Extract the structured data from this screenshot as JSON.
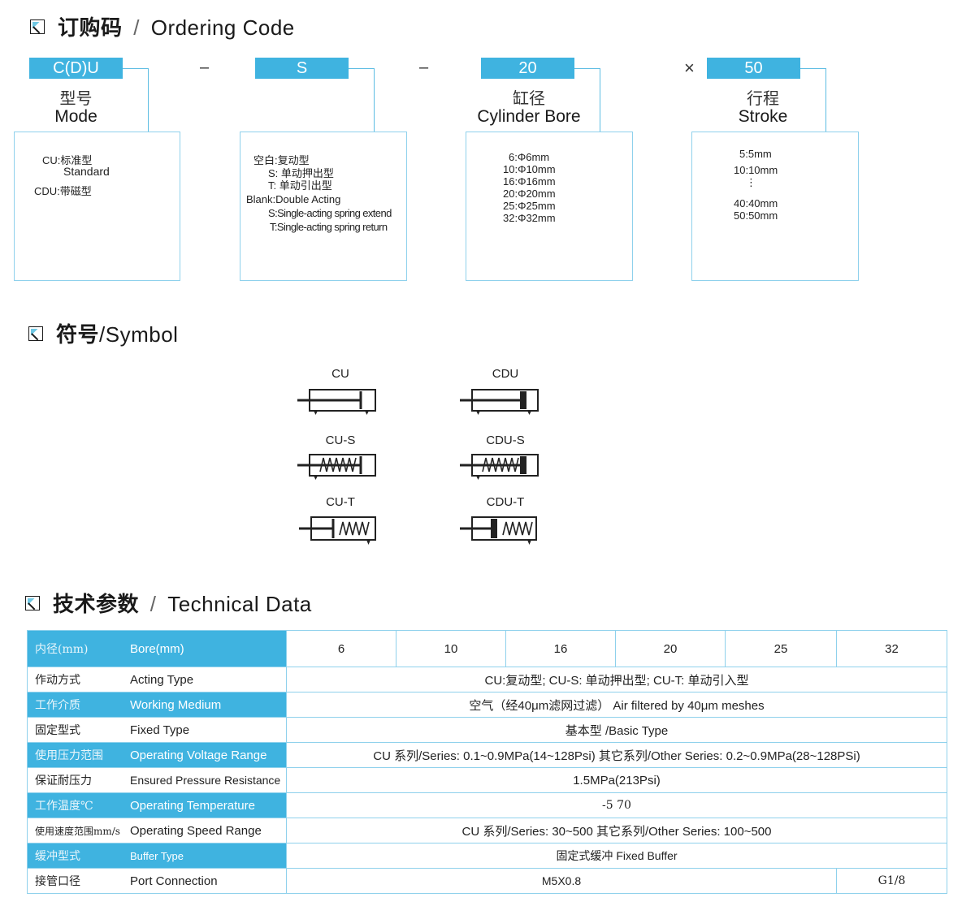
{
  "ordering": {
    "title_cn": "订购码",
    "title_sep": "/",
    "title_en": "Ordering Code",
    "separators": [
      "–",
      "–",
      "×"
    ],
    "fields": [
      {
        "code": "C(D)U",
        "name_cn": "型号",
        "name_en": "Mode",
        "lines": [
          "CU:标准型",
          "Standard",
          "CDU:带磁型"
        ]
      },
      {
        "code": "S",
        "name_cn": "",
        "name_en": "",
        "lines": [
          "空白:复动型",
          "S:  单动押出型",
          "T:  单动引出型",
          "Blank:Double Acting",
          "S:Single-acting spring extend",
          "T:Single-acting spring return"
        ]
      },
      {
        "code": "20",
        "name_cn": "缸径",
        "name_en": "Cylinder Bore",
        "lines": [
          "6:Φ6mm",
          "10:Φ10mm",
          "16:Φ16mm",
          "20:Φ20mm",
          "25:Φ25mm",
          "32:Φ32mm"
        ]
      },
      {
        "code": "50",
        "name_cn": "行程",
        "name_en": "Stroke",
        "lines": [
          "5:5mm",
          "10:10mm",
          "⋮",
          "40:40mm",
          "50:50mm"
        ]
      }
    ]
  },
  "symbol": {
    "title_cn": "符号",
    "title_en": "/Symbol",
    "labels": [
      "CU",
      "CDU",
      "CU-S",
      "CDU-S",
      "CU-T",
      "CDU-T"
    ]
  },
  "technical": {
    "title_cn": "技术参数",
    "title_sep": "/",
    "title_en": "Technical Data",
    "header": {
      "label_cn": "内径(mm)",
      "label_en": "Bore(mm)",
      "bores": [
        "6",
        "10",
        "16",
        "20",
        "25",
        "32"
      ]
    },
    "rows": [
      {
        "label_cn": "作动方式",
        "label_en": "Acting Type",
        "value": "CU:复动型; CU-S:  单动押出型; CU-T:  单动引入型"
      },
      {
        "label_cn": "工作介质",
        "label_en": "Working  Medium",
        "value": "空气（经40μm滤网过滤）     Air filtered by 40μm meshes"
      },
      {
        "label_cn": "固定型式",
        "label_en": "Fixed Type",
        "value": "基本型  /Basic Type"
      },
      {
        "label_cn": "使用压力范围",
        "label_en": "Operating Voltage Range",
        "value": "CU 系列/Series:  0.1~0.9MPa(14~128Psi)  其它系列/Other Series:  0.2~0.9MPa(28~128PSi)"
      },
      {
        "label_cn": "保证耐压力",
        "label_en": "Ensured Pressure Resistance",
        "value": "1.5MPa(213Psi)"
      },
      {
        "label_cn": "工作温度℃",
        "label_en": "Operating Temperature",
        "value": "-5    70"
      },
      {
        "label_cn": "使用速度范围mm/s",
        "label_en": "Operating Speed Range",
        "value": "CU  系列/Series:  30~500        其它系列/Other Series:  100~500"
      },
      {
        "label_cn": "缓冲型式",
        "label_en": "Buffer Type",
        "value": "固定式缓冲    Fixed Buffer"
      },
      {
        "label_cn": "接管口径",
        "label_en": "Port Connection",
        "value": "M5X0.8",
        "value2": "G1/8"
      }
    ]
  },
  "colors": {
    "accent": "#3fb3e0",
    "border": "#8fd1ec",
    "text": "#222222"
  }
}
